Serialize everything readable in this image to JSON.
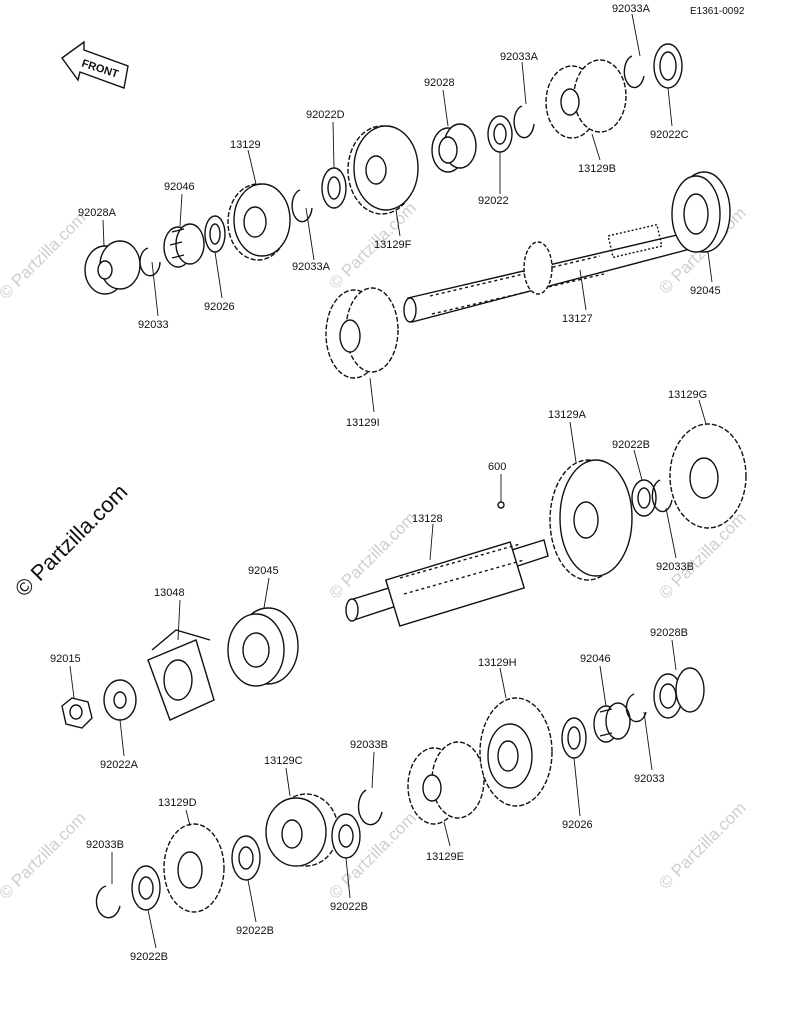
{
  "diagram_code": "E1361-0092",
  "front_label": "FRONT",
  "watermark_main": "© Partzilla.com",
  "watermark_small": "© Partzilla.com",
  "labels": {
    "p92033A_top": "92033A",
    "p92033A_mid": "92033A",
    "p92028_top": "92028",
    "p92022D": "92022D",
    "p13129": "13129",
    "p92046_top": "92046",
    "p92028A": "92028A",
    "p92033_left": "92033",
    "p92026_left": "92026",
    "p92033A_low": "92033A",
    "p13129F": "13129F",
    "p92022_top": "92022",
    "p13129B": "13129B",
    "p92022C": "92022C",
    "p92045_right": "92045",
    "p13127": "13127",
    "p13129I": "13129I",
    "p13129G": "13129G",
    "p13129A": "13129A",
    "p600": "600",
    "p92022B_mid": "92022B",
    "p92033B_mid": "92033B",
    "p13128": "13128",
    "p13048": "13048",
    "p92045_left": "92045",
    "p92015": "92015",
    "p92022A": "92022A",
    "p13129H": "13129H",
    "p92046_low": "92046",
    "p92028B": "92028B",
    "p92033_right": "92033",
    "p92026_right": "92026",
    "p13129E": "13129E",
    "p92033B_low": "92033B",
    "p13129C": "13129C",
    "p13129D": "13129D",
    "p92022B_low1": "92022B",
    "p92022B_low2": "92022B",
    "p92033B_left": "92033B",
    "p92022B_left": "92022B"
  }
}
